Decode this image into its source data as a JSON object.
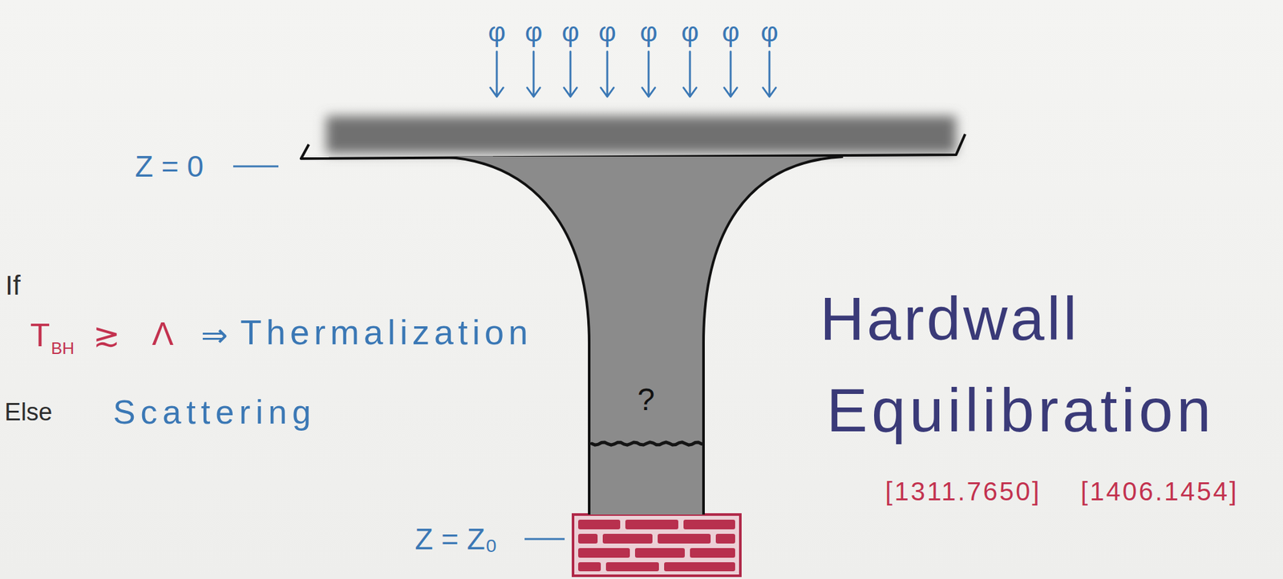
{
  "diagram": {
    "nodes": [
      {
        "text": [
          "?"
        ]
      }
    ],
    "labels": [
      "φ",
      "φ",
      "φ",
      "φ",
      "φ",
      "φ",
      "φ",
      "φ",
      "Z = 0",
      "If",
      "T",
      "BH",
      "≳",
      "Λ",
      "⇒",
      "Thermalization",
      "Else",
      "Scattering",
      "Hardwall",
      "Equilibration",
      "[1311.7650]",
      "[1406.1454]",
      "Z = Z₀"
    ]
  }
}
